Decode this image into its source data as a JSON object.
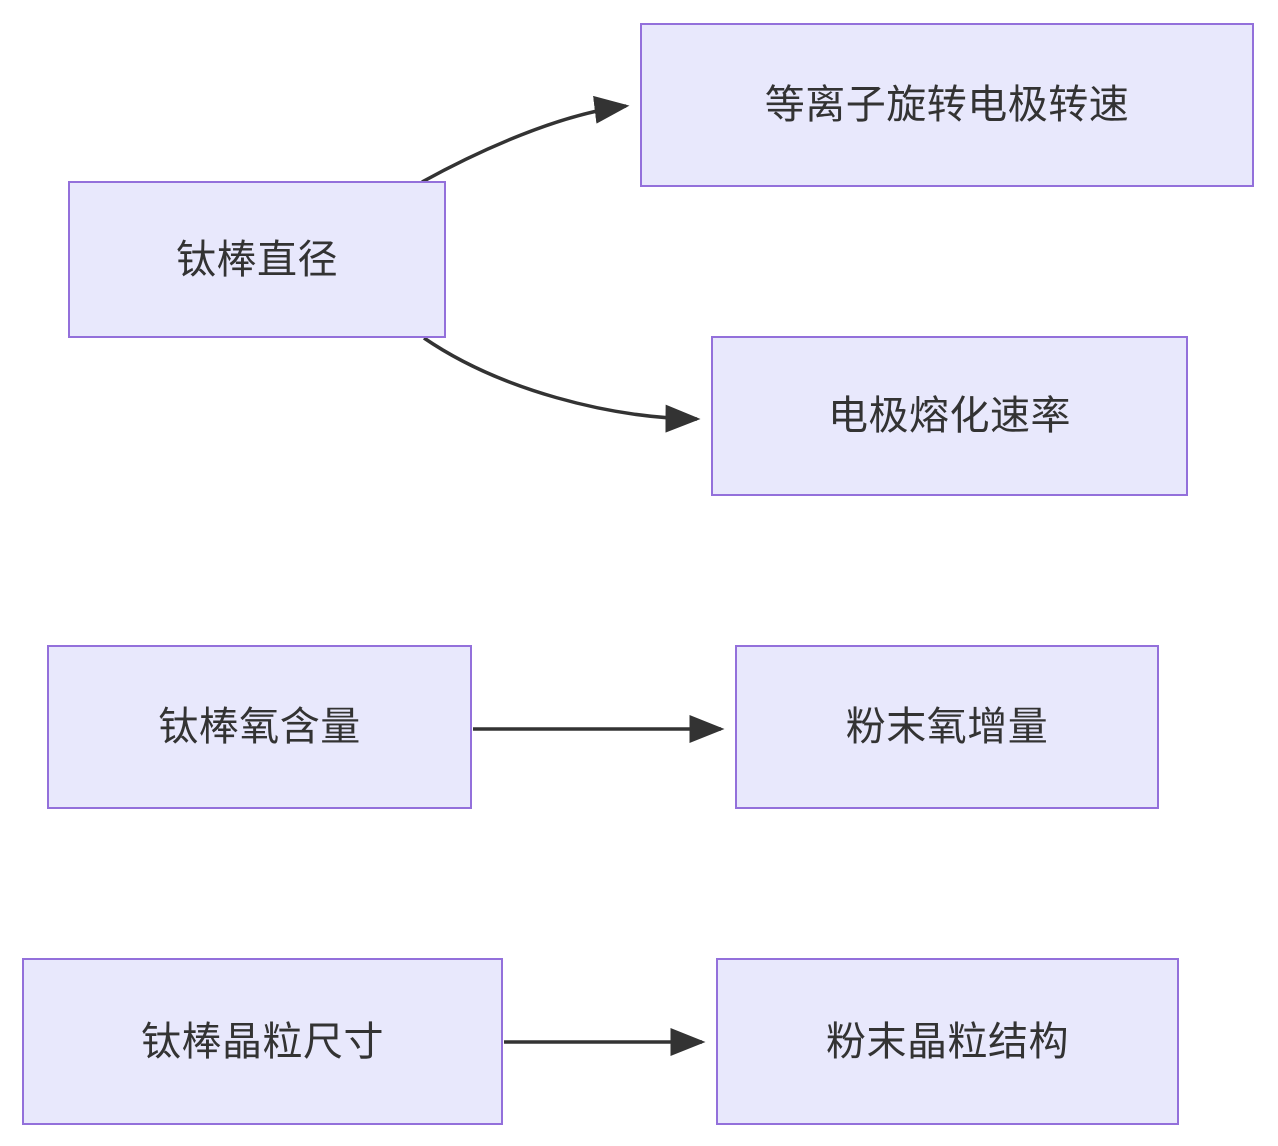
{
  "diagram": {
    "type": "flowchart",
    "direction": "left-to-right",
    "background_color": "#ffffff",
    "node_fill_color": "#e8e8fc",
    "node_border_color": "#9370db",
    "node_text_color": "#333333",
    "edge_color": "#333333",
    "nodes": [
      {
        "id": "rod-diameter",
        "label": "钛棒直径"
      },
      {
        "id": "prep-speed",
        "label": "等离子旋转电极转速"
      },
      {
        "id": "melt-rate",
        "label": "电极熔化速率"
      },
      {
        "id": "rod-oxygen",
        "label": "钛棒氧含量"
      },
      {
        "id": "powder-oxygen",
        "label": "粉末氧增量"
      },
      {
        "id": "rod-grain-size",
        "label": "钛棒晶粒尺寸"
      },
      {
        "id": "powder-grain",
        "label": "粉末晶粒结构"
      }
    ],
    "edges": [
      {
        "id": "edge-1",
        "from": "rod-diameter",
        "to": "prep-speed",
        "style": "curved",
        "arrow": "arrowhead"
      },
      {
        "id": "edge-2",
        "from": "rod-diameter",
        "to": "melt-rate",
        "style": "curved",
        "arrow": "arrowhead"
      },
      {
        "id": "edge-3",
        "from": "rod-oxygen",
        "to": "powder-oxygen",
        "style": "straight",
        "arrow": "arrowhead"
      },
      {
        "id": "edge-4",
        "from": "rod-grain-size",
        "to": "powder-grain",
        "style": "straight",
        "arrow": "arrowhead"
      }
    ]
  }
}
